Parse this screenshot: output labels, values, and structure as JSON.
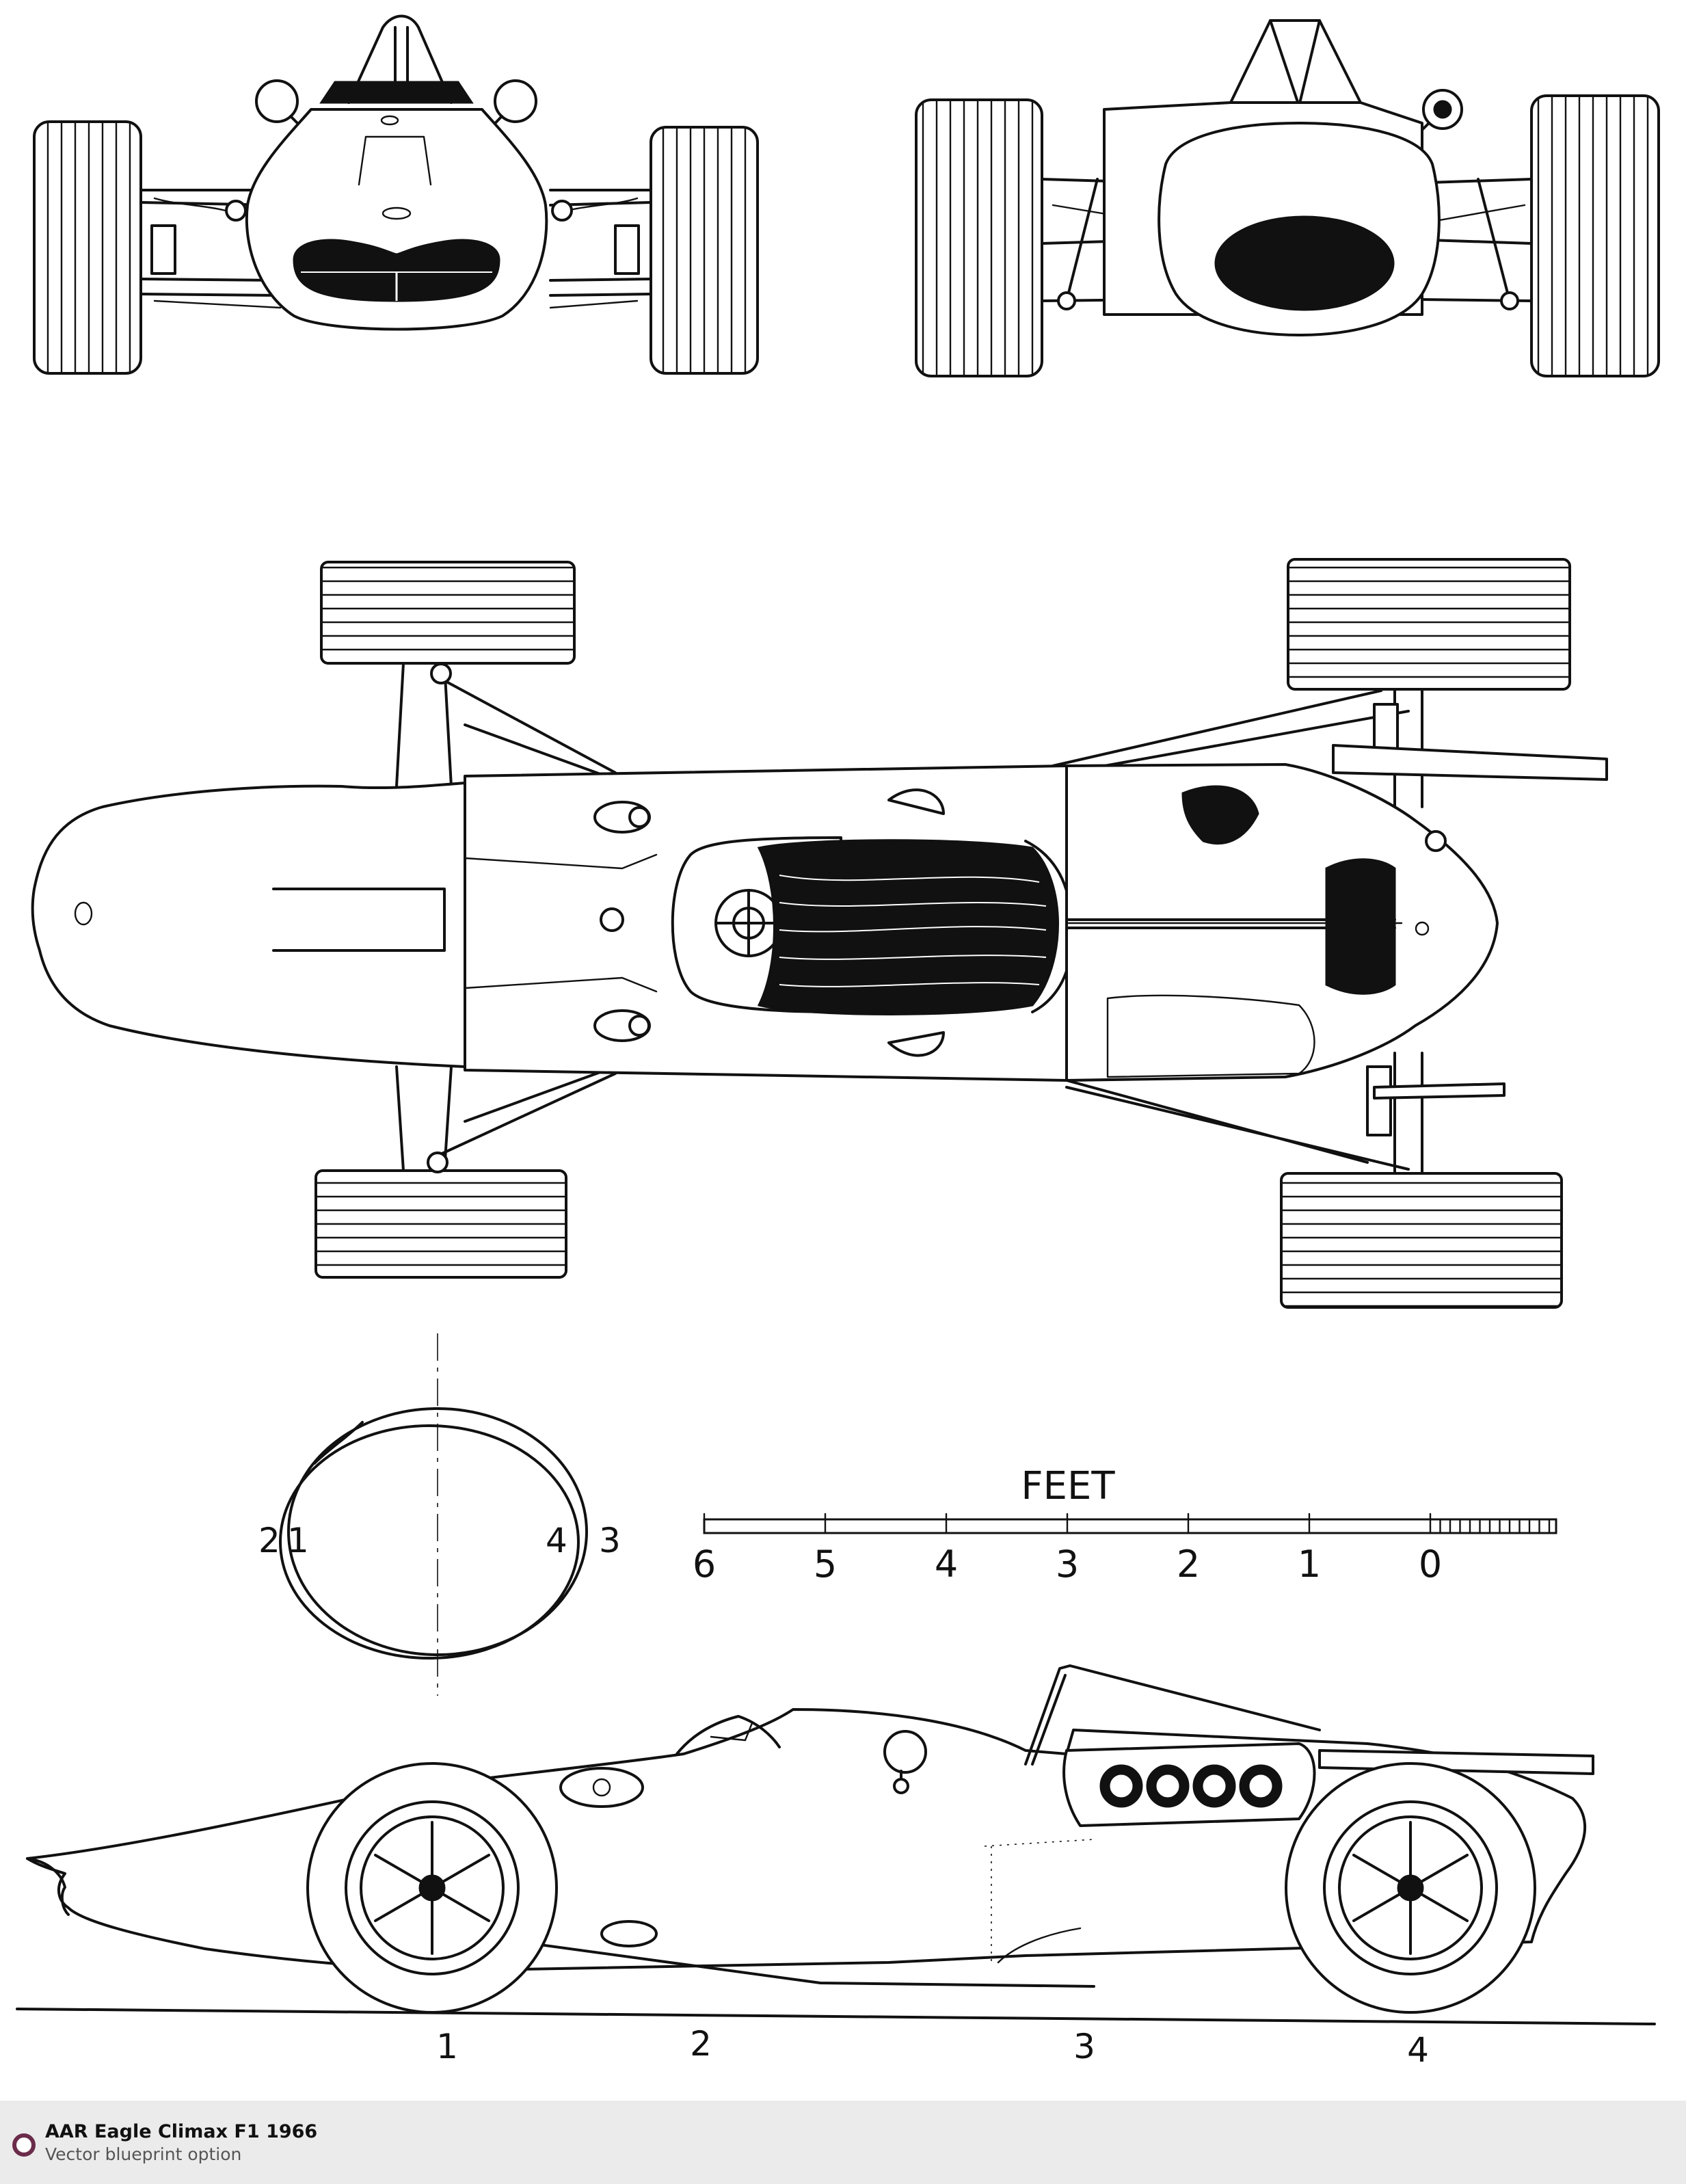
{
  "drawing": {
    "scale": {
      "unit_label": "FEET",
      "ticks": [
        "6",
        "5",
        "4",
        "3",
        "2",
        "1",
        "0"
      ]
    },
    "section": {
      "labels_left": [
        "2",
        "1"
      ],
      "labels_right": [
        "4",
        "3"
      ]
    },
    "station_labels": [
      "1",
      "2",
      "3",
      "4"
    ]
  },
  "footer": {
    "title": "AAR Eagle Climax F1 1966",
    "subtitle": "Vector blueprint option",
    "badge_color": "#6b2c4a"
  }
}
